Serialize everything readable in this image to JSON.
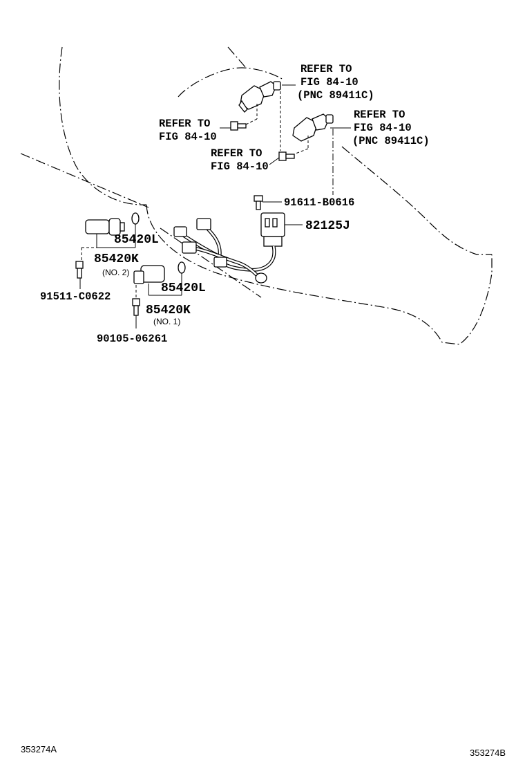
{
  "labels": {
    "refer_a": {
      "line1": "REFER TO",
      "line2": "FIG 84-10",
      "line3": "(PNC 89411C)"
    },
    "refer_b": {
      "line1": "REFER TO",
      "line2": "FIG 84-10",
      "line3": "(PNC 89411C)"
    },
    "refer_c": {
      "line1": "REFER TO",
      "line2": "FIG 84-10"
    },
    "refer_d": {
      "line1": "REFER TO",
      "line2": "FIG 84-10"
    },
    "bolt_91611": "91611-B0616",
    "part_82125J": "82125J",
    "part_85420L_top": "85420L",
    "part_85420K_top": "85420K",
    "no2": "(NO. 2)",
    "bolt_91511": "91511-C0622",
    "part_85420L_bottom": "85420L",
    "part_85420K_bottom": "85420K",
    "no1": "(NO. 1)",
    "bolt_90105": "90105-06261"
  },
  "footer": {
    "left_code": "353274A",
    "right_code": "353274B"
  }
}
